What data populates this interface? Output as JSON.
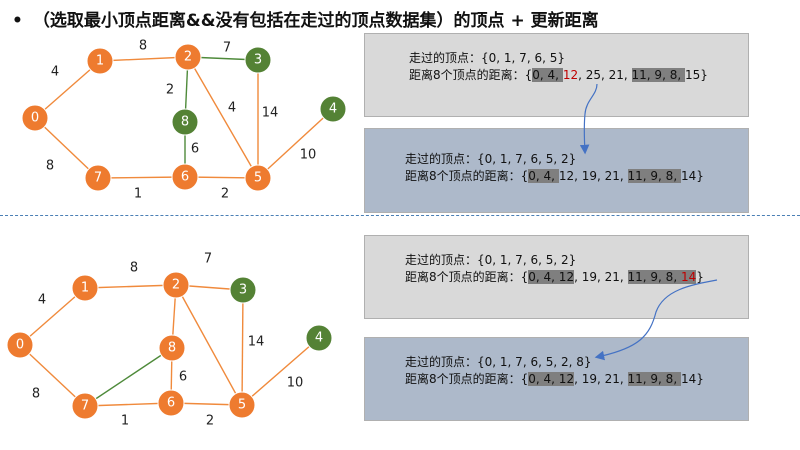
{
  "title": {
    "bullet": "•",
    "text": "（选取最小顶点距离&&没有包括在走过的顶点数据集）的顶点 + 更新距离"
  },
  "graphs": [
    {
      "nodes": [
        {
          "id": "0",
          "label": "0",
          "color": "orange"
        },
        {
          "id": "1",
          "label": "1",
          "color": "orange"
        },
        {
          "id": "2",
          "label": "2",
          "color": "orange"
        },
        {
          "id": "3",
          "label": "3",
          "color": "green"
        },
        {
          "id": "4",
          "label": "4",
          "color": "green"
        },
        {
          "id": "5",
          "label": "5",
          "color": "orange"
        },
        {
          "id": "6",
          "label": "6",
          "color": "orange"
        },
        {
          "id": "7",
          "label": "7",
          "color": "orange"
        },
        {
          "id": "8",
          "label": "8",
          "color": "green"
        }
      ],
      "edges": [
        {
          "from": "0",
          "to": "1",
          "weight": "4",
          "color": "orange"
        },
        {
          "from": "1",
          "to": "2",
          "weight": "8",
          "color": "orange"
        },
        {
          "from": "2",
          "to": "3",
          "weight": "7",
          "color": "green"
        },
        {
          "from": "2",
          "to": "8",
          "weight": "2",
          "color": "green"
        },
        {
          "from": "2",
          "to": "5",
          "weight": "4",
          "color": "orange"
        },
        {
          "from": "3",
          "to": "5",
          "weight": "14",
          "color": "orange"
        },
        {
          "from": "4",
          "to": "5",
          "weight": "10",
          "color": "orange"
        },
        {
          "from": "8",
          "to": "6",
          "weight": "6",
          "color": "green"
        },
        {
          "from": "0",
          "to": "7",
          "weight": "8",
          "color": "orange"
        },
        {
          "from": "7",
          "to": "6",
          "weight": "1",
          "color": "orange"
        },
        {
          "from": "6",
          "to": "5",
          "weight": "2",
          "color": "orange"
        }
      ]
    },
    {
      "nodes": [
        {
          "id": "0",
          "label": "0",
          "color": "orange"
        },
        {
          "id": "1",
          "label": "1",
          "color": "orange"
        },
        {
          "id": "2",
          "label": "2",
          "color": "orange"
        },
        {
          "id": "3",
          "label": "3",
          "color": "green"
        },
        {
          "id": "4",
          "label": "4",
          "color": "green"
        },
        {
          "id": "5",
          "label": "5",
          "color": "orange"
        },
        {
          "id": "6",
          "label": "6",
          "color": "orange"
        },
        {
          "id": "7",
          "label": "7",
          "color": "orange"
        },
        {
          "id": "8",
          "label": "8",
          "color": "orange"
        }
      ],
      "edges": [
        {
          "from": "0",
          "to": "1",
          "weight": "4",
          "color": "orange"
        },
        {
          "from": "1",
          "to": "2",
          "weight": "8",
          "color": "orange"
        },
        {
          "from": "2",
          "to": "3",
          "weight": "7",
          "color": "orange"
        },
        {
          "from": "2",
          "to": "8",
          "weight": "",
          "color": "orange"
        },
        {
          "from": "2",
          "to": "5",
          "weight": "",
          "color": "orange"
        },
        {
          "from": "3",
          "to": "5",
          "weight": "14",
          "color": "orange"
        },
        {
          "from": "4",
          "to": "5",
          "weight": "10",
          "color": "orange"
        },
        {
          "from": "8",
          "to": "6",
          "weight": "6",
          "color": "orange"
        },
        {
          "from": "8",
          "to": "7",
          "weight": "",
          "color": "green"
        },
        {
          "from": "0",
          "to": "7",
          "weight": "8",
          "color": "orange"
        },
        {
          "from": "7",
          "to": "6",
          "weight": "1",
          "color": "orange"
        },
        {
          "from": "6",
          "to": "5",
          "weight": "2",
          "color": "orange"
        }
      ]
    }
  ],
  "boxes": [
    {
      "style": "gray",
      "visited_label": "走过的顶点：",
      "visited_value": "{0, 1, 7, 6, 5}",
      "dist_label": "距离8个顶点的距离：",
      "dist_segments": [
        {
          "text": "{",
          "hl": false,
          "red": false
        },
        {
          "text": "0, 4, ",
          "hl": true,
          "red": false
        },
        {
          "text": "12",
          "hl": false,
          "red": true
        },
        {
          "text": ", 25, 21, ",
          "hl": false,
          "red": false
        },
        {
          "text": "11, 9, 8, ",
          "hl": true,
          "red": false
        },
        {
          "text": "15}",
          "hl": false,
          "red": false
        }
      ]
    },
    {
      "style": "blue",
      "visited_label": "走过的顶点：",
      "visited_value": "{0, 1, 7, 6, 5, 2}",
      "dist_label": "距离8个顶点的距离：",
      "dist_segments": [
        {
          "text": "{",
          "hl": false,
          "red": false
        },
        {
          "text": "0, 4, ",
          "hl": true,
          "red": false
        },
        {
          "text": "12, 19, 21, ",
          "hl": false,
          "red": false
        },
        {
          "text": "11, 9, 8, ",
          "hl": true,
          "red": false
        },
        {
          "text": "14}",
          "hl": false,
          "red": false
        }
      ]
    },
    {
      "style": "gray",
      "visited_label": "走过的顶点：",
      "visited_value": "{0, 1, 7, 6, 5, 2}",
      "dist_label": "距离8个顶点的距离：",
      "dist_segments": [
        {
          "text": "{",
          "hl": false,
          "red": false
        },
        {
          "text": "0, 4, 12",
          "hl": true,
          "red": false
        },
        {
          "text": ", 19, 21, ",
          "hl": false,
          "red": false
        },
        {
          "text": "11, 9, 8, ",
          "hl": true,
          "red": false
        },
        {
          "text": "14",
          "hl": true,
          "red": true
        },
        {
          "text": "}",
          "hl": false,
          "red": false
        }
      ]
    },
    {
      "style": "blue",
      "visited_label": "走过的顶点：",
      "visited_value": "{0, 1, 7, 6, 5, 2, 8}",
      "dist_label": "距离8个顶点的距离：",
      "dist_segments": [
        {
          "text": "{",
          "hl": false,
          "red": false
        },
        {
          "text": "0, 4, 12",
          "hl": true,
          "red": false
        },
        {
          "text": ", 19, 21, ",
          "hl": false,
          "red": false
        },
        {
          "text": "11, 9, 8, ",
          "hl": true,
          "red": false
        },
        {
          "text": "14}",
          "hl": false,
          "red": false
        }
      ]
    }
  ],
  "colors": {
    "orange": "#ee7b2f",
    "green": "#548235",
    "edge_orange": "#f08a3c",
    "edge_green": "#4e8a3a",
    "box_gray": "#d9d9d9",
    "box_blue": "#adb9ca",
    "highlight": "#7f7f7f",
    "red": "#c00000",
    "arrow": "#4472c4",
    "divider": "#4a7fb5"
  }
}
